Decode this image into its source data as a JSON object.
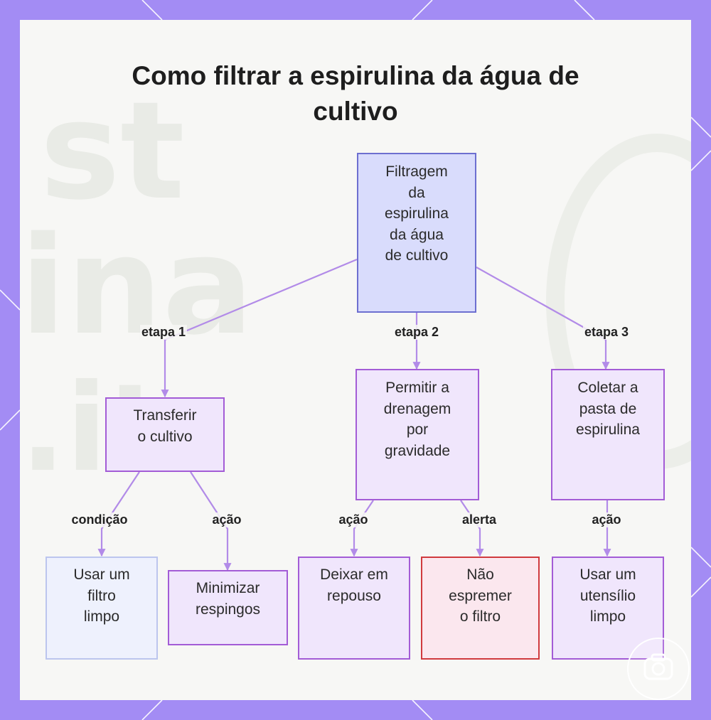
{
  "title": {
    "line1": "Como filtrar a espirulina da água de",
    "line2": "cultivo"
  },
  "nodes": {
    "root": "Filtragem\nda\nespirulina\nda água\nde cultivo",
    "step1": "Transferir\no cultivo",
    "step2": "Permitir a\ndrenagem\npor\ngravidade",
    "step3": "Coletar a\npasta de\nespirulina",
    "leaf1": "Usar um\nfiltro\nlimpo",
    "leaf2": "Minimizar\nrespingos",
    "leaf3": "Deixar em\nrepouso",
    "leaf4": "Não\nespremer\no filtro",
    "leaf5": "Usar um\nutensílio\nlimpo"
  },
  "edge_labels": {
    "e1": "etapa 1",
    "e2": "etapa 2",
    "e3": "etapa 3",
    "e4": "condição",
    "e5": "ação",
    "e6": "ação",
    "e7": "alerta",
    "e8": "ação"
  },
  "colors": {
    "frame": "#a38cf4",
    "edge": "#b28be8",
    "root_fill": "#d9dcfc",
    "step_fill": "#f0e6fc",
    "alert_border": "#d03a3e"
  },
  "icons": {
    "corner_logo": "camera-logo-icon"
  }
}
